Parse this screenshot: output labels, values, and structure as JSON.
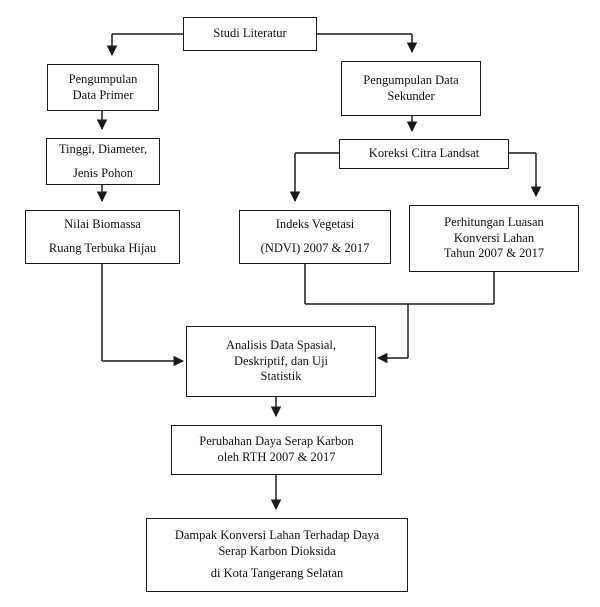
{
  "diagram": {
    "nodes": {
      "studi_literatur": [
        "Studi Literatur"
      ],
      "data_primer": [
        "Pengumpulan",
        "Data Primer"
      ],
      "data_sekunder": [
        "Pengumpulan Data",
        "Sekunder"
      ],
      "tinggi": [
        "Tinggi, Diameter,",
        "Jenis Pohon"
      ],
      "koreksi": [
        "Koreksi Citra Landsat"
      ],
      "biomassa": [
        "Nilai Biomassa",
        "Ruang Terbuka Hijau"
      ],
      "ndvi": [
        "Indeks Vegetasi",
        "(NDVI) 2007 & 2017"
      ],
      "luasan": [
        "Perhitungan Luasan",
        "Konversi Lahan",
        "Tahun 2007 & 2017"
      ],
      "analisis": [
        "Analisis Data Spasial,",
        "Deskriptif, dan Uji",
        "Statistik"
      ],
      "perubahan": [
        "Perubahan Daya Serap Karbon",
        "oleh RTH 2007 & 2017"
      ],
      "dampak": [
        "Dampak Konversi Lahan Terhadap Daya",
        "Serap Karbon Dioksida",
        "di Kota Tangerang Selatan"
      ]
    }
  }
}
